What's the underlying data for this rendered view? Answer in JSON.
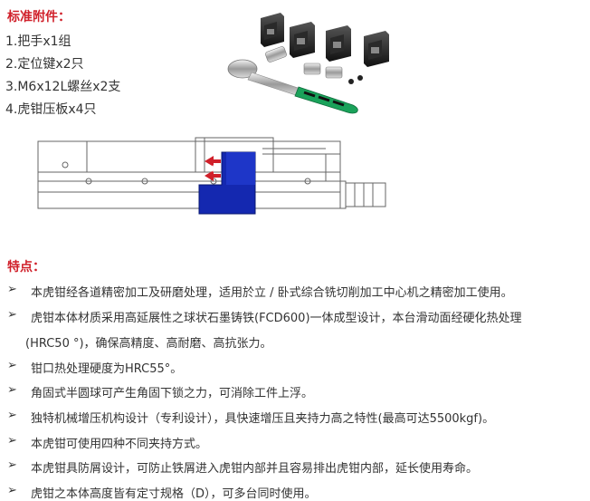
{
  "accessories": {
    "title": "标准附件：",
    "items": [
      "1.把手x1组",
      "2.定位键x2只",
      "3.M6x12L螺丝x2支",
      "4.虎钳压板x4只"
    ]
  },
  "features": {
    "title": "特点：",
    "bullet": "➢",
    "items": [
      {
        "text": "本虎钳经各道精密加工及研磨处理，适用於立 / 卧式综合铣切削加工中心机之精密加工使用。"
      },
      {
        "text": "虎钳本体材质采用高延展性之球状石墨铸铁(FCD600)一体成型设计，本台滑动面经硬化热处理",
        "cont": "(HRC50 °)，确保高精度、高耐磨、高抗张力。"
      },
      {
        "text": "钳口热处理硬度为HRC55°。"
      },
      {
        "text": "角固式半圆球可产生角固下锁之力，可消除工件上浮。"
      },
      {
        "text": "独特机械增压机构设计（专利设计），具快速增压且夹持力高之特性(最高可达5500kgf)。"
      },
      {
        "text": "本虎钳可使用四种不同夹持方式。"
      },
      {
        "text": "本虎钳具防屑设计，可防止铁屑进入虎钳内部并且容易排出虎钳内部，延长使用寿命。"
      },
      {
        "text": "虎钳之本体高度皆有定寸规格（D），可多台同时使用。"
      }
    ]
  },
  "colors": {
    "accent_red": "#d0202a",
    "jaw_blue": "#1428b0",
    "handle_green": "#1aa25a"
  }
}
